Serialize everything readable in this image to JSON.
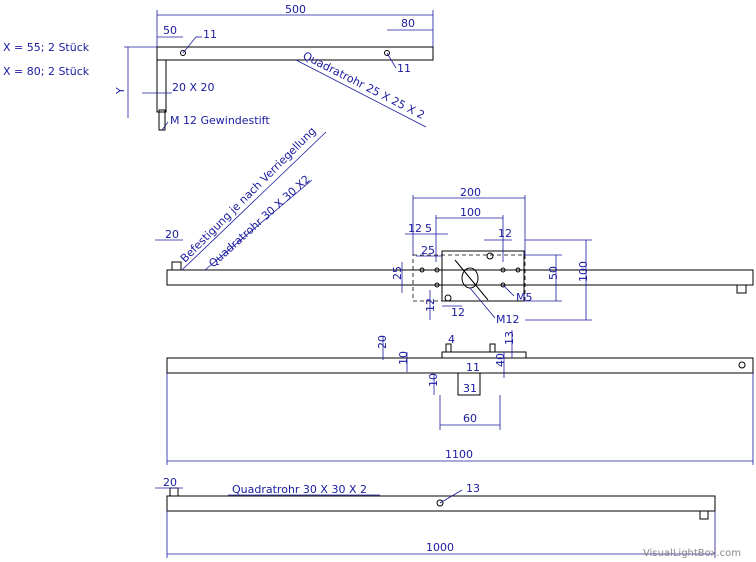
{
  "top_view": {
    "dims": {
      "d500": "500",
      "d50": "50",
      "d80": "80",
      "d11a": "11",
      "d11b": "11",
      "y": "Y",
      "d20x20": "20 X 20"
    },
    "notes": {
      "x55": "X = 55; 2 Stück",
      "x80": "X = 80; 2 Stück",
      "gewinde": "M 12 Gewindestift",
      "quadrat": "Quadratrohr 25 X 25 X 2"
    }
  },
  "plan_view": {
    "dims": {
      "d20": "20",
      "d200": "200",
      "d100a": "100",
      "d12a": "12",
      "d5": "5",
      "d25a": "25",
      "d12b": "12",
      "d25b": "25",
      "d50": "50",
      "d100b": "100",
      "d12c": "12",
      "d12d": "12"
    },
    "labels": {
      "befestigung": "Befestigung je nach Verriegellung",
      "quadrat": "Quadratrohr 30 X 30 X2",
      "m5": "M5",
      "m12": "M12"
    }
  },
  "side_view": {
    "dims": {
      "d20": "20",
      "d10a": "10",
      "d4": "4",
      "d13": "13",
      "d40": "40",
      "d11": "11",
      "d10b": "10",
      "d31": "31",
      "d60": "60",
      "d1100": "1100"
    }
  },
  "bottom_view": {
    "dims": {
      "d20": "20",
      "d13": "13",
      "d1000": "1000"
    },
    "labels": {
      "quadrat": "Quadratrohr 30 X 30 X 2"
    }
  },
  "watermark": "VisualLightBox.com"
}
